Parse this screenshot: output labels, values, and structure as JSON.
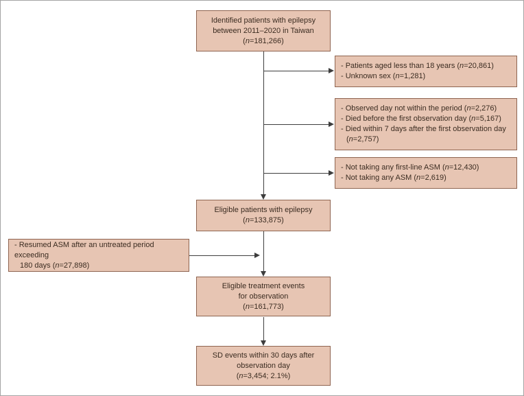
{
  "figure": {
    "type": "study-flow-diagram",
    "boxes": {
      "identified": {
        "line1": "Identified patients with epilepsy",
        "line2": "between 2011–2020 in Taiwan",
        "line3": "(n=181,266)"
      },
      "excluded_age_sex": {
        "item1": "- Patients aged less than 18 years (n=20,861)",
        "item2": "- Unknown sex (n=1,281)"
      },
      "excluded_observation": {
        "item1": "- Observed day not within the period (n=2,276)",
        "item2": "- Died before the first observation day (n=5,167)",
        "item3": "- Died within 7 days after the first observation day",
        "item3_cont": "(n=2,757)"
      },
      "excluded_asm": {
        "item1": "- Not taking any first-line ASM (n=12,430)",
        "item2": "- Not taking any ASM (n=2,619)"
      },
      "eligible_patients": {
        "line1": "Eligible patients with epilepsy",
        "line2": "(n=133,875)"
      },
      "resumed_asm": {
        "item1": "- Resumed ASM after an untreated period exceeding",
        "item1_cont": "180 days (n=27,898)"
      },
      "treatment_events": {
        "line1": "Eligible treatment events",
        "line2": "for observation",
        "line3": "(n=161,773)"
      },
      "sd_events": {
        "line1": "SD events within 30 days after",
        "line2": "observation day",
        "line3": "(n=3,454; 2.1%)"
      }
    },
    "colors": {
      "box_fill": "#e7c5b3",
      "box_border": "#8e6450",
      "connector": "#3d3d3d",
      "text": "#3b2c21",
      "frame_border": "#a3a3a3",
      "background": "#ffffff"
    }
  }
}
